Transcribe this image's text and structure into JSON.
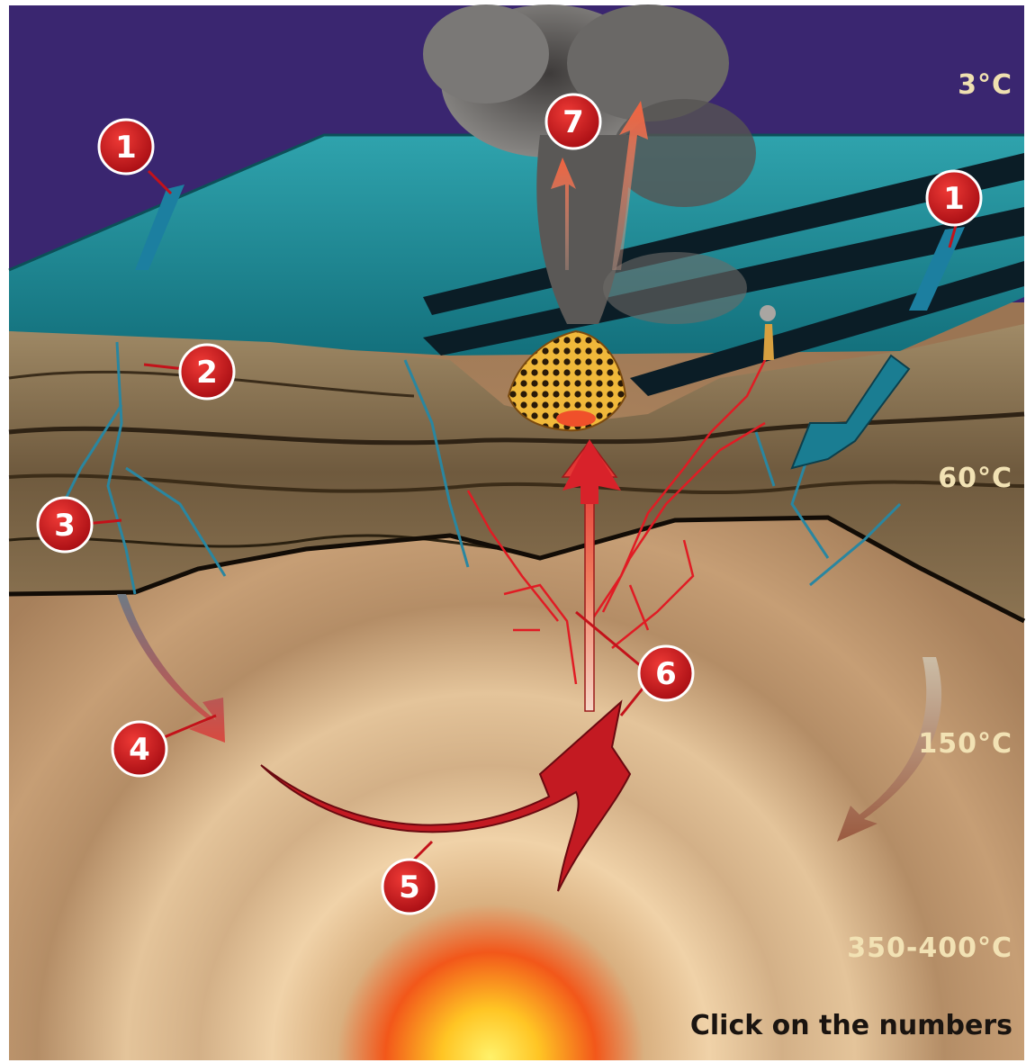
{
  "markers": [
    {
      "label": "1"
    },
    {
      "label": "1"
    },
    {
      "label": "2"
    },
    {
      "label": "3"
    },
    {
      "label": "4"
    },
    {
      "label": "5"
    },
    {
      "label": "6"
    },
    {
      "label": "7"
    }
  ],
  "temperatures": {
    "surface": "3°C",
    "shallow": "60°C",
    "middle": "150°C",
    "deep": "350-400°C"
  },
  "footer": {
    "instruction": "Click on the numbers"
  },
  "colors": {
    "sky": "#3a2670",
    "ocean": "#1f8a96",
    "sediment": "#8a7250",
    "mantle": "#b58f68",
    "marker_fill": "#c3121a",
    "hot_core": "#ffd21a"
  }
}
